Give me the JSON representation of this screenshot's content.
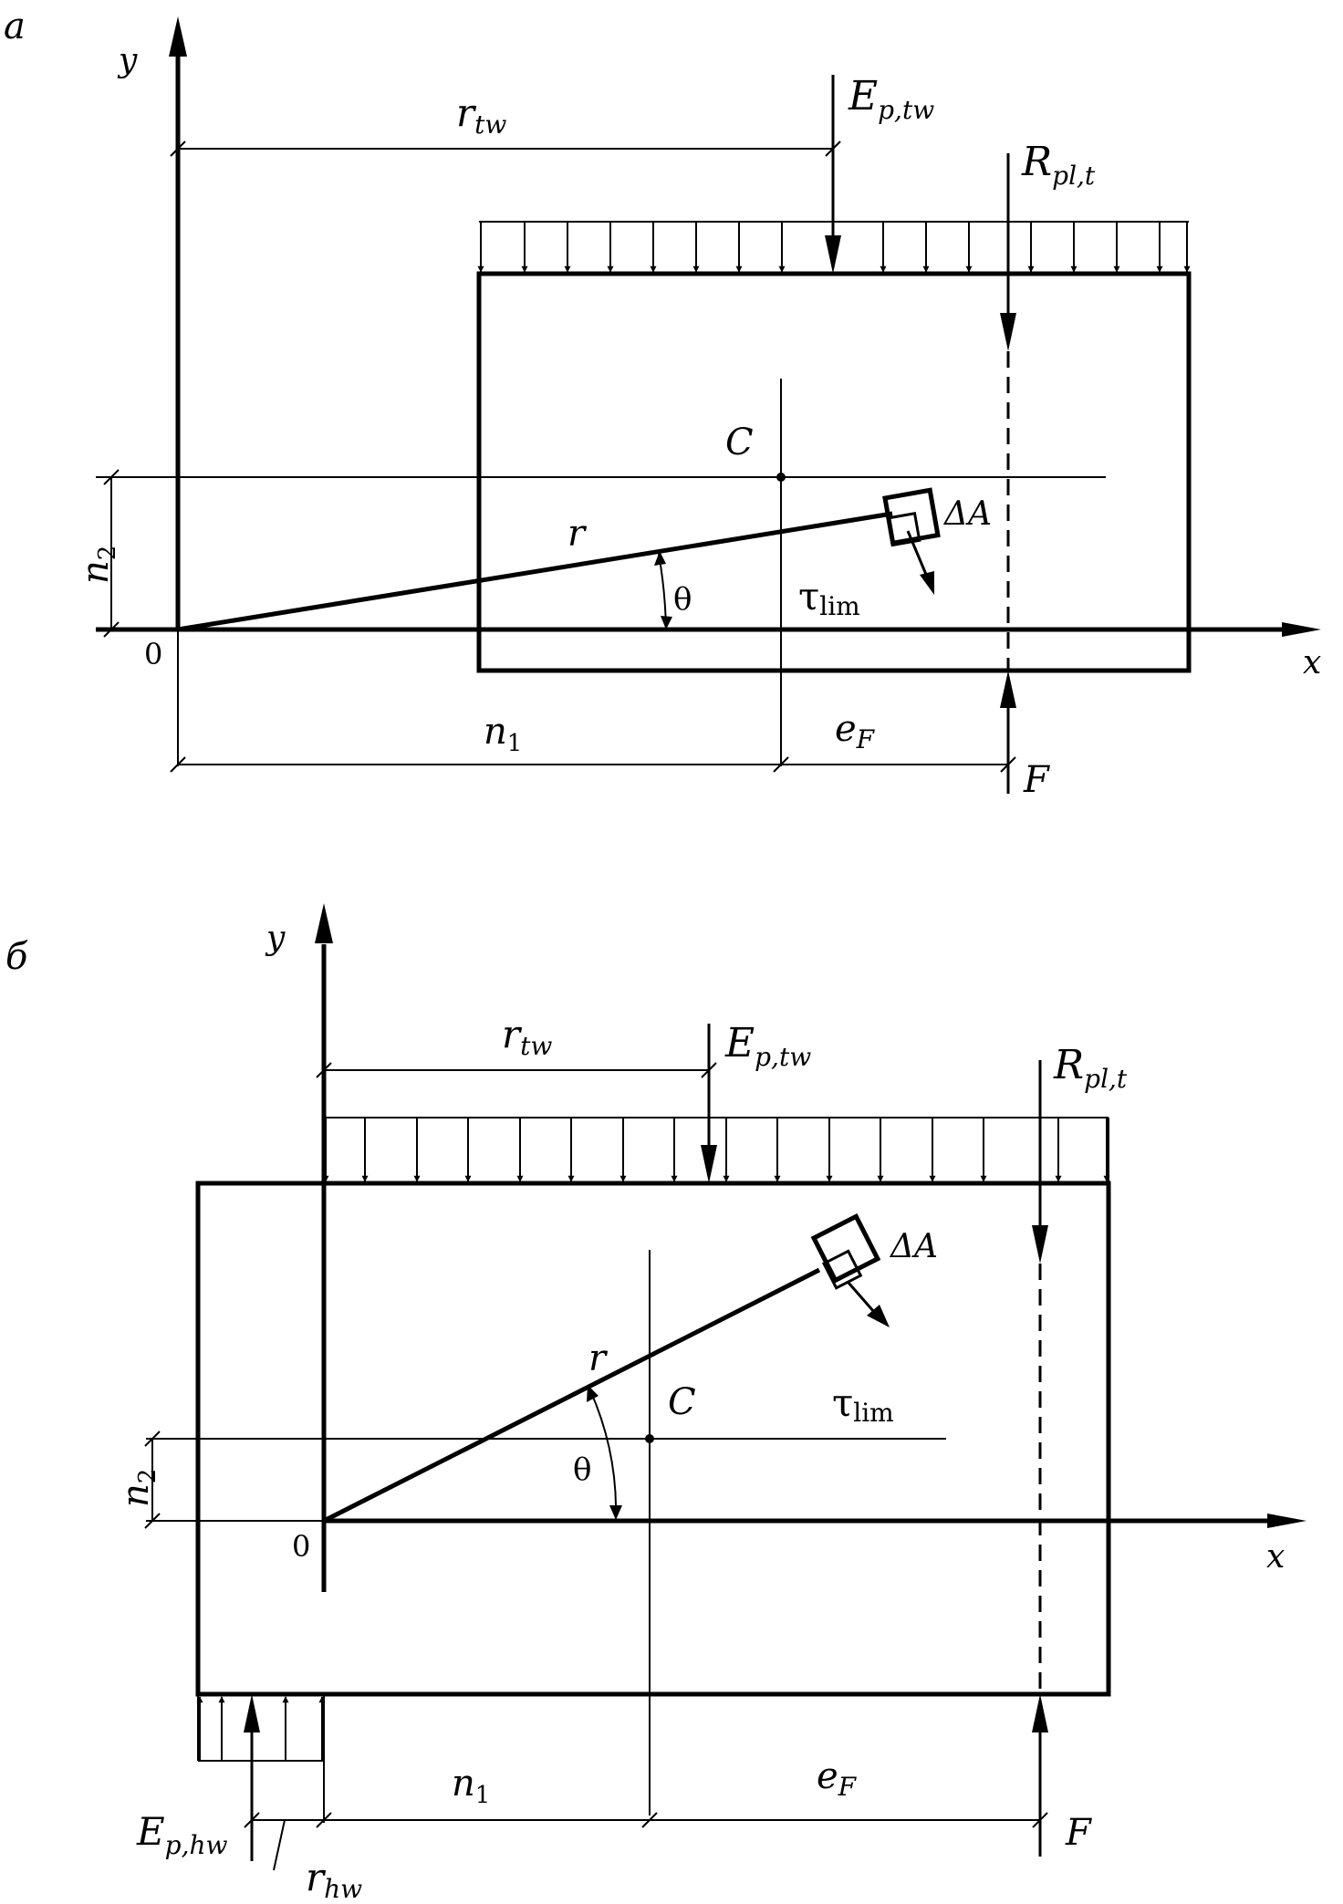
{
  "panel_a": {
    "marker": "а",
    "axis_y": "y",
    "axis_x": "x",
    "origin": "0",
    "dim_r": "r",
    "dim_r_sub": "tw",
    "force_ep": "E",
    "force_ep_sub": "p,tw",
    "force_r": "R",
    "force_r_sub": "pl,t",
    "centroid": "C",
    "delta_a": "ΔA",
    "radius": "r",
    "theta": "θ",
    "tau": "τ",
    "tau_sub": "lim",
    "n2": "n",
    "n2_sub": "2",
    "n1": "n",
    "n1_sub": "1",
    "ef": "e",
    "ef_sub": "F",
    "force_f": "F"
  },
  "panel_b": {
    "marker": "б",
    "axis_y": "y",
    "axis_x": "x",
    "origin": "0",
    "dim_r": "r",
    "dim_r_sub": "tw",
    "force_ep": "E",
    "force_ep_sub": "p,tw",
    "force_r": "R",
    "force_r_sub": "pl,t",
    "centroid": "C",
    "delta_a": "ΔA",
    "radius": "r",
    "theta": "θ",
    "tau": "τ",
    "tau_sub": "lim",
    "n2": "n",
    "n2_sub": "2",
    "n1": "n",
    "n1_sub": "1",
    "ef": "e",
    "ef_sub": "F",
    "force_f": "F",
    "force_eh": "E",
    "force_eh_sub": "p,hw",
    "dim_rh": "r",
    "dim_rh_sub": "hw"
  }
}
